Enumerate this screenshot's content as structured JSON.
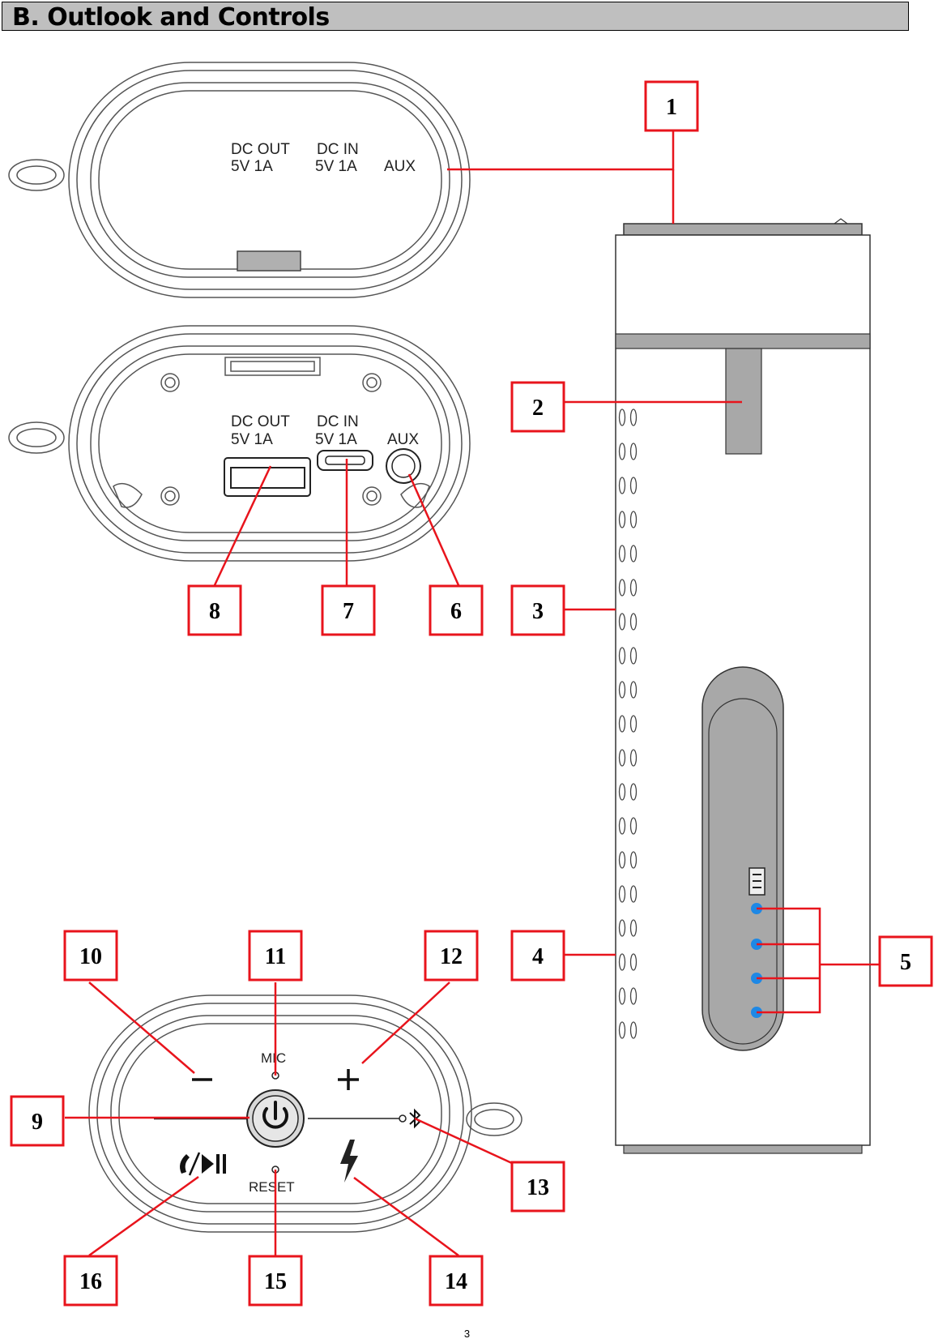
{
  "section_title": "B.    Outlook and Controls",
  "page_number": "3",
  "port_labels": {
    "dc_out": "DC  OUT",
    "dc_out_rating": "5V  1A",
    "dc_in": "DC  IN",
    "dc_in_rating": "5V  1A",
    "aux": "AUX"
  },
  "button_labels": {
    "mic": "MIC",
    "reset": "RESET"
  },
  "callouts": [
    "1",
    "2",
    "3",
    "4",
    "5",
    "6",
    "7",
    "8",
    "9",
    "10",
    "11",
    "12",
    "13",
    "14",
    "15",
    "16"
  ],
  "colors": {
    "callout_red": "#e8141c",
    "led_blue": "#1e88e5",
    "header_gray": "#bfbfbf",
    "body_gray": "#a8a8a8"
  }
}
